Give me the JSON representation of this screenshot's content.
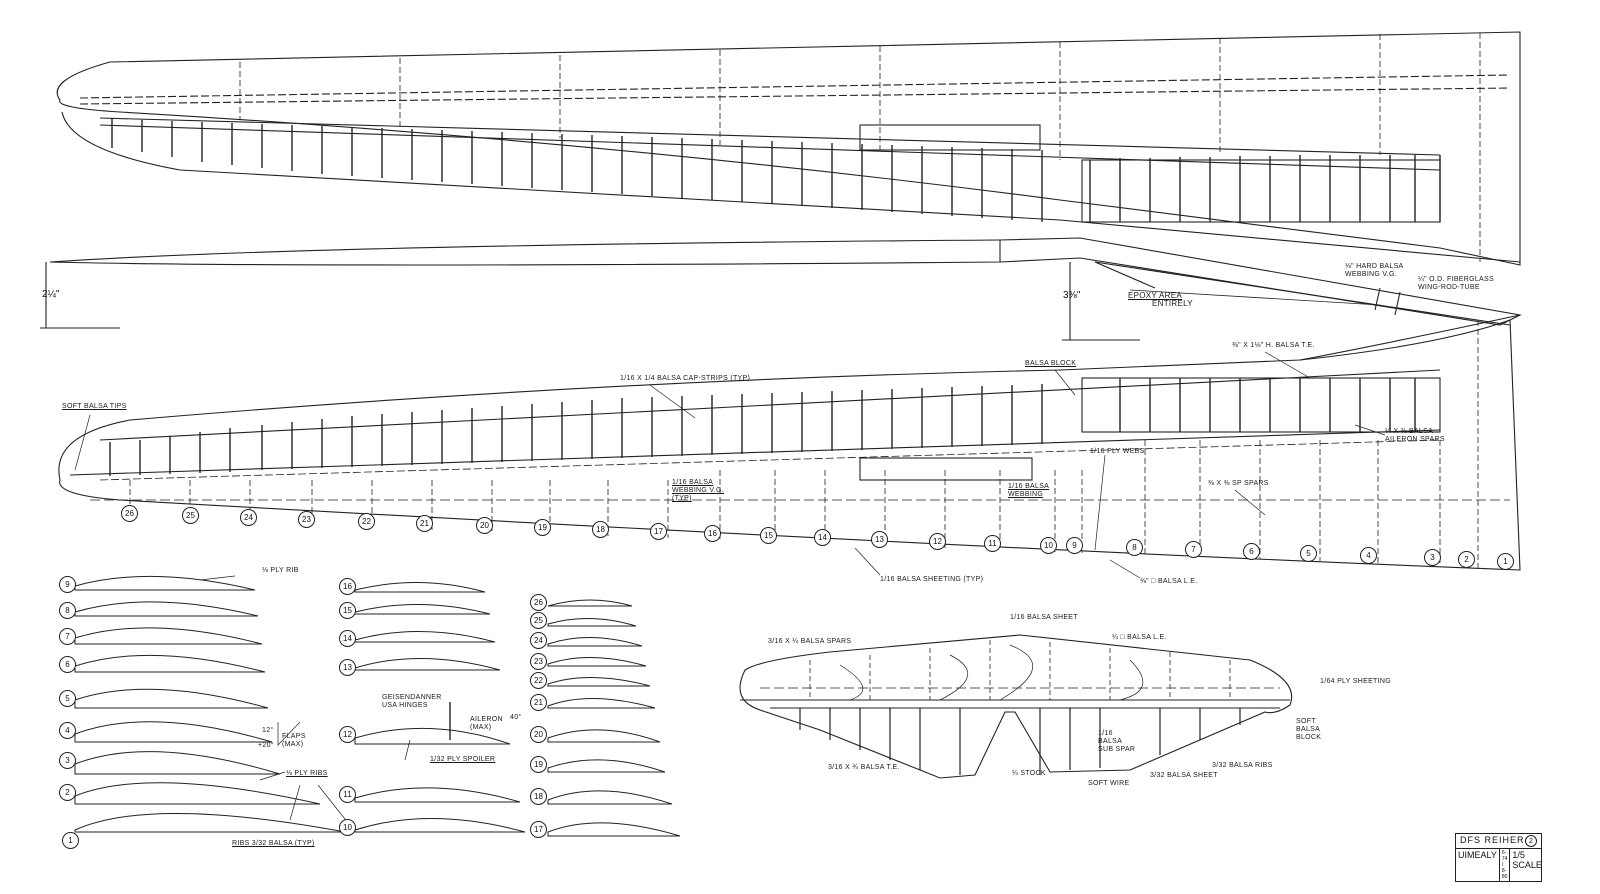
{
  "title_block": {
    "name": "DFS REIHER",
    "sheet": "2",
    "author": "UIMEALY",
    "date": "6-74 / 8-80",
    "scale": "1/5 SCALE"
  },
  "dimensions": {
    "tip_height": "2¼\"",
    "root_height": "3⅜\""
  },
  "labels": {
    "epoxy_area": "EPOXY AREA",
    "epoxy_entirely": "ENTIRELY",
    "hard_balsa_webbing": "⅛\" HARD BALSA WEBBING V.G.",
    "fiberglass_tube": "¼\" O.D. FIBERGLASS WING-ROD-TUBE",
    "balsa_te": "⅜\" x 1⅛\" H. BALSA T.E.",
    "balsa_block": "BALSA BLOCK",
    "soft_balsa_tips": "SOFT BALSA TIPS",
    "cap_strips": "1/16 x 1/4 BALSA CAP-STRIPS (TYP)",
    "ply_webs": "1/16 PLY WEBS",
    "aileron_spars": "¼ x ⅜ BALSA AILERON SPARS",
    "sp_spars": "⅜ x ⅜ SP SPARS",
    "balsa_webbing_vg": "1/16 BALSA WEBBING V.G. (TYP)",
    "balsa_webbing": "1/16 BALSA WEBBING",
    "balsa_sheeting": "1/16 BALSA SHEETING (TYP)",
    "balsa_le": "⅜\" □ BALSA L.E.",
    "ply_rib": "⅛ PLY RIB",
    "flaps": "FLAPS (MAX)",
    "flap_angle_up": "12°",
    "flap_angle_down": "+20°",
    "ply_ribs": "⅛ PLY RIBS",
    "ribs_balsa": "RIBS 3/32 BALSA (TYP)",
    "hinges": "GEISENDANNER USA HINGES",
    "aileron": "AILERON (MAX)",
    "aileron_angle": "40°",
    "spoiler": "1/32 PLY SPOILER",
    "stab_spars": "3/16 x ¼ BALSA SPARS",
    "stab_sheet": "1/16 BALSA SHEET",
    "stab_le": "¼ □ BALSA L.E.",
    "stab_ply_sheeting": "1/64 PLY SHEETING",
    "stab_soft_block": "SOFT BALSA BLOCK",
    "stab_te": "3/16 x ¾ BALSA T.E.",
    "stab_stock": "¼ STOCK",
    "stab_subspar": "1/16 BALSA SUB SPAR",
    "stab_soft_wire": "SOFT WIRE",
    "stab_balsa_sheet2": "3/32 BALSA SHEET",
    "stab_ribs": "3/32 BALSA RIBS"
  },
  "rib_stations": [
    "26",
    "25",
    "24",
    "23",
    "22",
    "21",
    "20",
    "19",
    "18",
    "17",
    "16",
    "15",
    "14",
    "13",
    "12",
    "11",
    "10",
    "9",
    "8",
    "7",
    "6",
    "5",
    "4",
    "3",
    "2",
    "1"
  ],
  "rib_profiles": {
    "col1": [
      "9",
      "8",
      "7",
      "6",
      "5",
      "4",
      "3",
      "2",
      "1"
    ],
    "col2": [
      "16",
      "15",
      "14",
      "13",
      "12",
      "11",
      "10"
    ],
    "col3": [
      "26",
      "25",
      "24",
      "23",
      "22",
      "21",
      "20",
      "19",
      "18",
      "17"
    ]
  }
}
